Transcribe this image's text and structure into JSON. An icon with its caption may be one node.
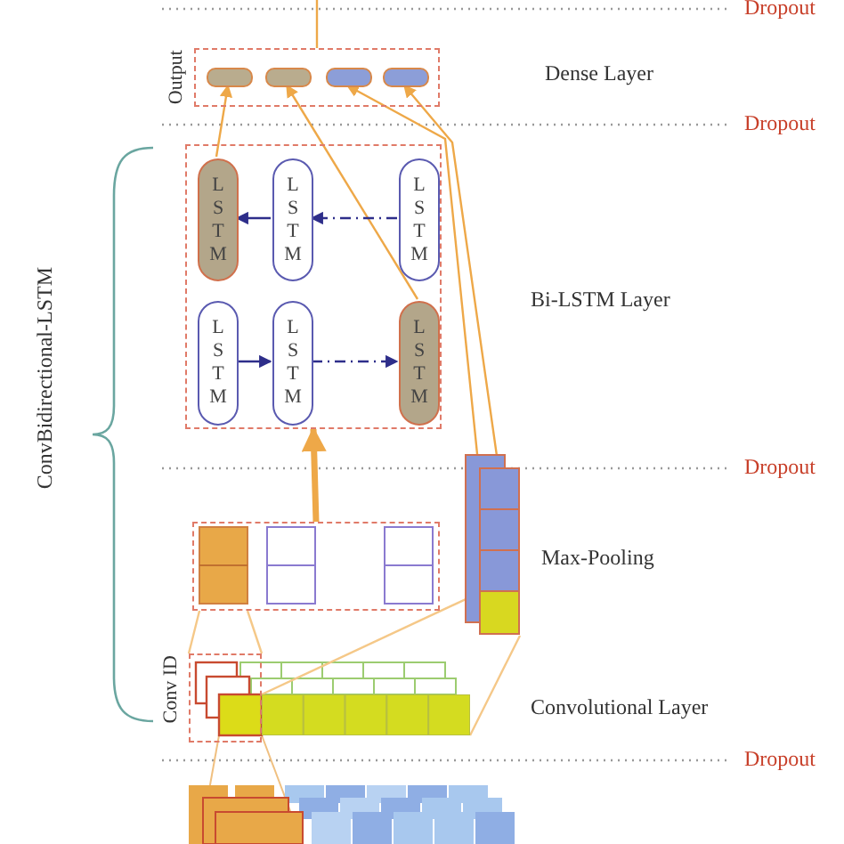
{
  "diagram": {
    "nodes": [
      {
        "text": [
          "Output"
        ]
      },
      {
        "text": [],
        "shape": "pill",
        "in": 0
      },
      {
        "text": [],
        "shape": "pill",
        "in": 0
      },
      {
        "text": [],
        "shape": "pill",
        "in": 0
      },
      {
        "text": [],
        "shape": "pill",
        "in": 0
      },
      {
        "text": [],
        "shape": "box"
      },
      {
        "text": [
          "LSTM"
        ],
        "in": 5
      },
      {
        "text": [
          "LSTM"
        ],
        "in": 5
      },
      {
        "text": [
          "LSTM"
        ],
        "in": 5
      },
      {
        "text": [
          "LSTM"
        ],
        "in": 5
      },
      {
        "text": [
          "LSTM"
        ],
        "in": 5
      },
      {
        "text": [
          "LSTM"
        ],
        "in": 5
      },
      {
        "text": [],
        "shape": "box"
      },
      {
        "text": [],
        "shape": "bar"
      },
      {
        "text": [
          "Conv ID"
        ]
      },
      {
        "text": [],
        "shape": "bar"
      }
    ],
    "edges": [
      {
        "from": 6,
        "to": 1,
        "arrow": "to"
      },
      {
        "from": 11,
        "to": 2,
        "arrow": "to"
      },
      {
        "from": 13,
        "to": 3,
        "arrow": "to"
      },
      {
        "from": 13,
        "to": 4,
        "arrow": "to"
      },
      {
        "from": 8,
        "to": 7,
        "arrow": "to",
        "style": "dashed",
        "color": "#2e2e8a"
      },
      {
        "from": 7,
        "to": 6,
        "arrow": "to",
        "color": "#2e2e8a"
      },
      {
        "from": 9,
        "to": 10,
        "arrow": "to",
        "color": "#2e2e8a"
      },
      {
        "from": 10,
        "to": 11,
        "arrow": "to",
        "style": "dashed",
        "color": "#2e2e8a"
      },
      {
        "from": 12,
        "to": 5,
        "arrow": "to",
        "style": "thick"
      },
      {
        "from": 0,
        "to": null,
        "arrow": "none"
      },
      {
        "from": 13,
        "to": 15,
        "arrow": "none",
        "color": "#f5c888"
      },
      {
        "from": 13,
        "to": 15,
        "arrow": "none",
        "color": "#f5c888"
      },
      {
        "from": 12,
        "to": 14,
        "arrow": "none",
        "color": "#f5c888"
      },
      {
        "from": 12,
        "to": 14,
        "arrow": "none",
        "color": "#f5c888"
      }
    ],
    "labels": [
      "Dropout",
      "Dense Layer",
      "Dropout",
      "Bi-LSTM Layer",
      "ConvBidirectional-LSTM",
      "Dropout",
      "Max-Pooling",
      "Convolutional Layer",
      "Dropout"
    ]
  }
}
